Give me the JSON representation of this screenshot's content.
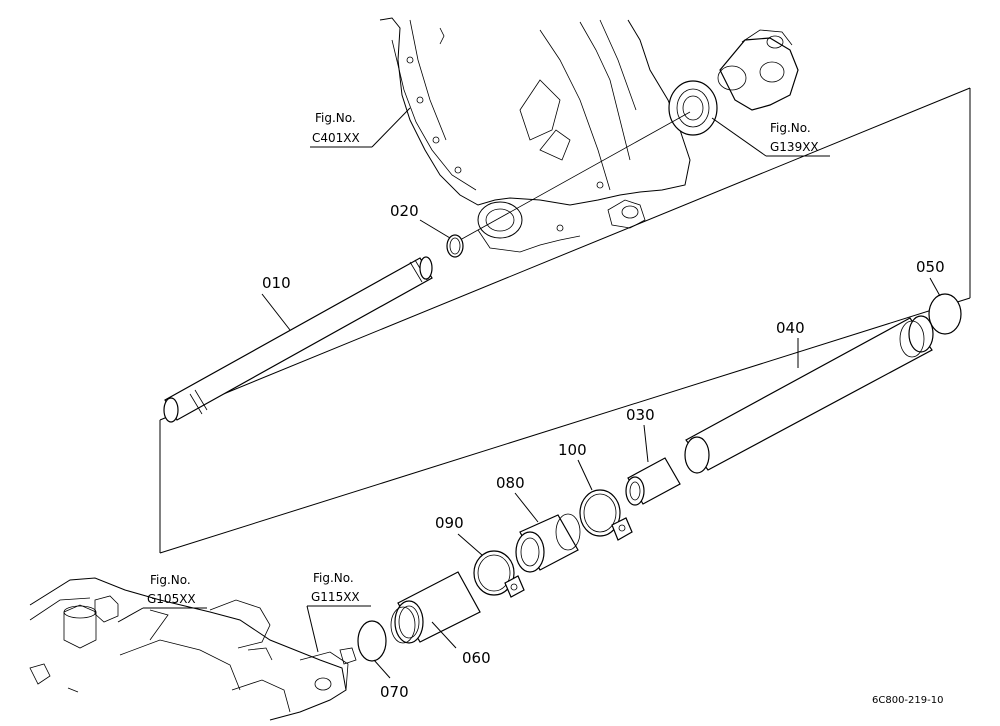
{
  "part_labels": {
    "p010": "010",
    "p020": "020",
    "p030": "030",
    "p040": "040",
    "p050": "050",
    "p060": "060",
    "p070": "070",
    "p080": "080",
    "p090": "090",
    "p100": "100"
  },
  "fig_refs": {
    "c401": {
      "prefix": "Fig.No.",
      "code": "C401XX"
    },
    "g139": {
      "prefix": "Fig.No.",
      "code": "G139XX"
    },
    "g105": {
      "prefix": "Fig.No.",
      "code": "G105XX"
    },
    "g115": {
      "prefix": "Fig.No.",
      "code": "G115XX"
    }
  },
  "drawing_code": "6C800-219-10"
}
